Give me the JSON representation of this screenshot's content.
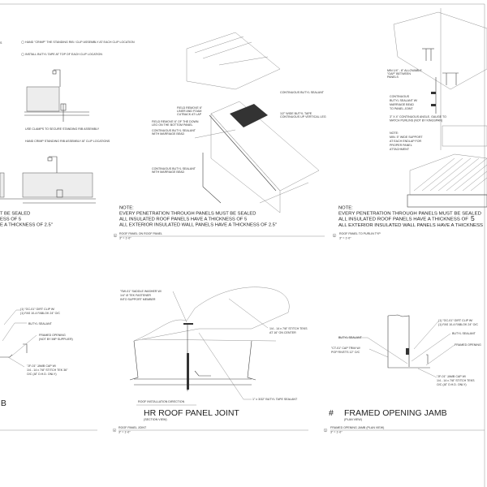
{
  "sheet": {
    "top_left": {
      "cut_label": "S",
      "step1": "HAND \"CRIMP\" THE STANDING RIB / CLIP ASSEMBLY AT EACH CLIP LOCATION",
      "step2": "INSTALL BUTYL TAPE AT TOP OF EACH CLIP LOCATION",
      "step3": "USE CLAMPS TO SECURE STANDING RIB ASSEMBLY",
      "step4": "HAND CRIMP STANDING RIB ASSEMBLY AT CLIP LOCATIONS",
      "note_lines": [
        "T BE SEALED",
        "ESS OF 5",
        "E A THICKNESS OF 2.5\""
      ]
    },
    "top_middle": {
      "labels": {
        "sealant_top": "CONTINUOUS BUTYL SEALANT",
        "field_remove_liner": [
          "FIELD REMOVE 6\"",
          "LINER AND FOAM",
          "CUTBACK AT LAP"
        ],
        "butyl_tape": [
          "1/2\" WIDE BUTYL TAPE",
          "CONTINUOUS UP VERTICAL LEG"
        ],
        "field_remove_leg": [
          "FIELD REMOVE 6\" OF THE DOWN",
          "LEG ON THE BOTTOM PANEL"
        ],
        "sealant_mid": [
          "CONTINUOUS BUTYL SEALANT",
          "WITH MARRIAGE BEAD"
        ],
        "sealant_low": [
          "CONTINUOUS BUTYL SEALANT",
          "WITH MARRIAGE BEAD"
        ]
      },
      "note_title": "NOTE:",
      "note_lines": [
        "EVERY PENETRATION THROUGH PANELS MUST BE SEALED",
        "ALL INSULATED ROOF PANELS HAVE A THICKNESS OF 5",
        "ALL EXTERIOR INSULATED WALL PANELS HAVE A THICKNESS OF 2.5\""
      ],
      "caption_number": "6",
      "caption": "ROOF PANEL ON ROOF PANEL",
      "scale": "3\" = 1'-0\""
    },
    "top_right": {
      "labels": {
        "gap": [
          "MIN 1/4\" - 8\" ALLOWABLE",
          "\"GAP\" BETWEEN",
          "PANELS"
        ],
        "sealant": [
          "CONTINUOUS",
          "BUTYL SEALANT W/",
          "MARRIAGE BEAD",
          "TO PANEL JOINT"
        ],
        "angle": [
          "3\" X 4\" CONTINUOUS ANGLE, GAUGE TO",
          "MATCH PURLINS (NOT BY KINGSPAN)"
        ],
        "support_note": [
          "NOTE:",
          "MIN. 5\" WIDE SUPPORT",
          "AT EACH ENDLAP FOR",
          "PROPER PANEL",
          "ATTACHMENT"
        ]
      },
      "note_title": "NOTE:",
      "note_lines": [
        "EVERY PENETRATION THROUGH PANELS MUST BE SEALED",
        "ALL INSULATED ROOF PANELS HAVE A THICKNESS OF",
        "ALL EXTERIOR INSULATED WALL PANELS HAVE A THICKNESS"
      ],
      "note_big_value": "5",
      "caption_number": "5",
      "caption": "ROOF PANEL TO PURLIN TYP",
      "scale": "3\" = 1'-0\""
    },
    "bottom_left": {
      "labels": {
        "girt_clip": [
          "(1) \"GC-01\" GIRT CLIP W/",
          "(1) FAS 10-4 FABLOK 24\" O/C"
        ],
        "butyl": "BUTYL SEALANT",
        "framed_opening": [
          "FRAMED OPENING",
          "(NOT BY IMP SUPPLIER)"
        ],
        "jamb_cap": [
          "\"JF-01\" JAMB CAP W/",
          "1/4 - 14 x 7/8\" STITCH TEK 36\"",
          "O/C (AT O.H.D. ONLY)"
        ]
      },
      "title_fragment": "IB"
    },
    "bottom_middle": {
      "labels": {
        "saddle_washer": [
          "\"SW-01\" SADDLE WASHER W/",
          "1/4\" Ø TEK FASTENER",
          "INTO SUPPORT MEMBER"
        ],
        "stitch_teks": [
          "1/4 - 14 x 7/8\" STITCH TEKS",
          "AT 16\" ON CENTER"
        ],
        "butyl_tape": "1\" x 3/32\" BUTYL TAPE SEALANT",
        "direction": "ROOF INSTALLATION DIRECTION"
      },
      "title": "HR ROOF PANEL JOINT",
      "subtitle": "(SECTION VIEW)",
      "caption_number": "4",
      "caption": "ROOF PANEL JOINT",
      "scale": "3\" = 1'-0\""
    },
    "bottom_right": {
      "labels": {
        "girt_clip": [
          "(1) \"GC-01\" GIRT CLIP W/",
          "(1) FAS 10-4 FABLOK 24\" O/C"
        ],
        "butyl_left": "BUTYL SEALANT",
        "butyl_right": "BUTYL SEALANT",
        "cap_trim": [
          "\"CT-01\" CAP TRIM W/",
          "POP RIVETS 12\" O/C"
        ],
        "framed_opening": "FRAMED OPENING",
        "jamb_cap": [
          "\"JF-01\" JAMB CAP W/",
          "1/4 - 14 x 7/8\" STITCH TEKS",
          "O/C (AT O.H.D. ONLY)"
        ]
      },
      "title_mark": "#",
      "title": "FRAMED OPENING JAMB",
      "subtitle": "(PLAN VIEW)",
      "caption_number": "3",
      "caption": "FRAMED OPENING JAMB (PLAN VIEW)",
      "scale": "3\" = 1'-0\""
    }
  }
}
